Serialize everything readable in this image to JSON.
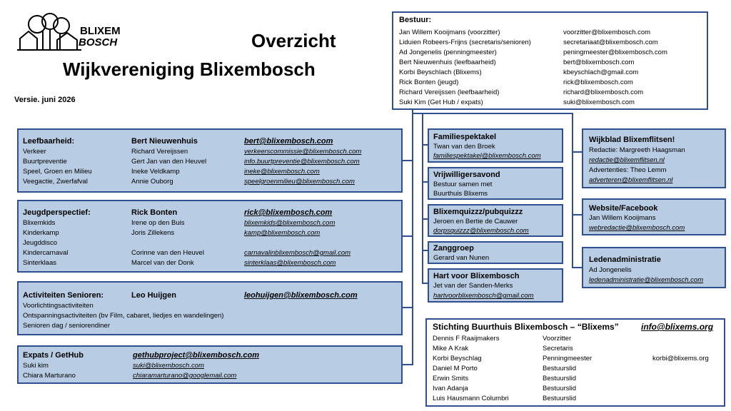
{
  "header": {
    "logo_line1": "BLIXEM",
    "logo_line2": "BOSCH",
    "title_line1": "Overzicht",
    "title_line2": "Wijkvereniging Blixembosch",
    "version": "Versie. juni 2026"
  },
  "bestuur": {
    "heading": "Bestuur:",
    "members": [
      {
        "name": "Jan Willem Kooijmans (voorzitter)",
        "email": "voorzitter@blixembosch.com"
      },
      {
        "name": "Liduien Robeers-Frijns (secretaris/senioren)",
        "email": "secretariaat@blixembosch.com"
      },
      {
        "name": "Ad Jongenelis (penningmeester)",
        "email": "peningmeester@blixembosch.com"
      },
      {
        "name": "Bert Nieuwenhuis (leefbaarheid)",
        "email": "bert@blixembosch.com"
      },
      {
        "name": "Korbi Beyschlach (Blixems)",
        "email": "kbeyschlach@gmail.com"
      },
      {
        "name": "Rick Bonten (jeugd)",
        "email": "rick@blixembosch.com"
      },
      {
        "name": "Richard Vereijssen (leefbaarheid)",
        "email": "richard@blixembosch.com"
      },
      {
        "name": "Suki Kim (Get Hub / expats)",
        "email": "suki@blixembosch.com"
      }
    ]
  },
  "leefbaarheid": {
    "heading": "Leefbaarheid:",
    "lead": "Bert Nieuwenhuis",
    "lead_email": "bert@blixembosch.com",
    "rows": [
      {
        "topic": "Verkeer",
        "person": "Richard Vereijssen",
        "email": "verkeerscommissie@blixembosch.com"
      },
      {
        "topic": "Buurtpreventie",
        "person": "Gert Jan van den Heuvel",
        "email": "info.buurtpreventie@blixembosch.com"
      },
      {
        "topic": "Speel, Groen en Milieu",
        "person": "Ineke Veldkamp",
        "email": "ineke@blixembosch.com"
      },
      {
        "topic": "Veegactie, Zwerfafval",
        "person": "Annie Ouborg",
        "email": "speelgroenmilieu@blixembosch.com"
      }
    ]
  },
  "jeugd": {
    "heading": "Jeugdperspectief:",
    "lead": "Rick Bonten",
    "lead_email": "rick@blixembosch.com",
    "rows": [
      {
        "topic": "Blixemkids",
        "person": "Irene op den Buis",
        "email": "blixemkids@blixembosch.com"
      },
      {
        "topic": "Kinderkamp",
        "person": "Joris Zillekens",
        "email": "kamp@blixembosch.com"
      },
      {
        "topic": "Jeugddisco",
        "person": "",
        "email": ""
      },
      {
        "topic": "Kindercarnaval",
        "person": "Corinne van den Heuvel",
        "email": "carnavalinblixembosch@gmail.com"
      },
      {
        "topic": "Sinterklaas",
        "person": "Marcel van der Donk",
        "email": "sinterklaas@blixembosch.com"
      }
    ]
  },
  "senioren": {
    "heading": "Activiteiten Senioren:",
    "lead": "Leo Huijgen",
    "lead_email": "leohuijgen@blixembosch.com",
    "lines": [
      "Voorlichtingsactiviteiten",
      "Ontspanningsactiviteiten (bv Film, cabaret, liedjes en wandelingen)",
      "Senioren dag / seniorendiner"
    ]
  },
  "expats": {
    "heading": "Expats / GetHub",
    "lead_email": "gethubproject@blixembosch.com",
    "rows": [
      {
        "person": "Suki kim",
        "email": "suki@blixembosch.com"
      },
      {
        "person": "Chiara Marturano",
        "email": "chiaramarturano@googlemail.com"
      }
    ]
  },
  "familie": {
    "heading": "Familiespektakel",
    "line": "Twan van den Broek",
    "email": "familiespektakel@blixembosch.com"
  },
  "vrijwilligers": {
    "heading": "Vrijwilligersavond",
    "line1": "Bestuur samen met",
    "line2": "Buurthuis Blixems"
  },
  "quiz": {
    "heading": "Blixemquizzz/pubquizzz",
    "line": "Jeroen en Bertie de Cauwer",
    "email": "dorpsquizzz@blixembosch.com"
  },
  "zang": {
    "heading": "Zanggroep",
    "line": "Gerard van Nunen"
  },
  "hart": {
    "heading": "Hart voor Blixembosch",
    "line": "Jet van der Sanden-Merks",
    "email": "hartvoorblixembosch@gmail.com"
  },
  "wijkblad": {
    "heading": "Wijkblad Blixemflitsen!",
    "line1": "Redactie: Margreeth Haagsman",
    "email1": "redactie@blixemflitsen.nl",
    "line2": "Advertenties: Theo Lemm",
    "email2": "adverteren@blixemflitsen.nl"
  },
  "website": {
    "heading": "Website/Facebook",
    "line": "Jan Willem Kooijmans",
    "email": "webredactie@blixembosch.com"
  },
  "leden": {
    "heading": "Ledenadministratie",
    "line": "Ad Jongenelis",
    "email": "ledenadministratie@blixembosch.com"
  },
  "stichting": {
    "heading": "Stichting Buurthuis Blixembosch – “Blixems”",
    "email": "info@blixems.org",
    "members": [
      {
        "name": "Dennis F Raaijmakers",
        "role": "Voorzitter",
        "email": ""
      },
      {
        "name": "Mike A Krak",
        "role": "Secretaris",
        "email": ""
      },
      {
        "name": "Korbi Beyschlag",
        "role": "Penningmeester",
        "email": "korbi@blixems.org"
      },
      {
        "name": "Daniel M Porto",
        "role": "Bestuurslid",
        "email": ""
      },
      {
        "name": "Erwin Smits",
        "role": "Bestuurslid",
        "email": ""
      },
      {
        "name": "Ivan Adanja",
        "role": "Bestuurslid",
        "email": ""
      },
      {
        "name": "Luis Hausmann Columbri",
        "role": "Bestuurslid",
        "email": ""
      }
    ]
  }
}
